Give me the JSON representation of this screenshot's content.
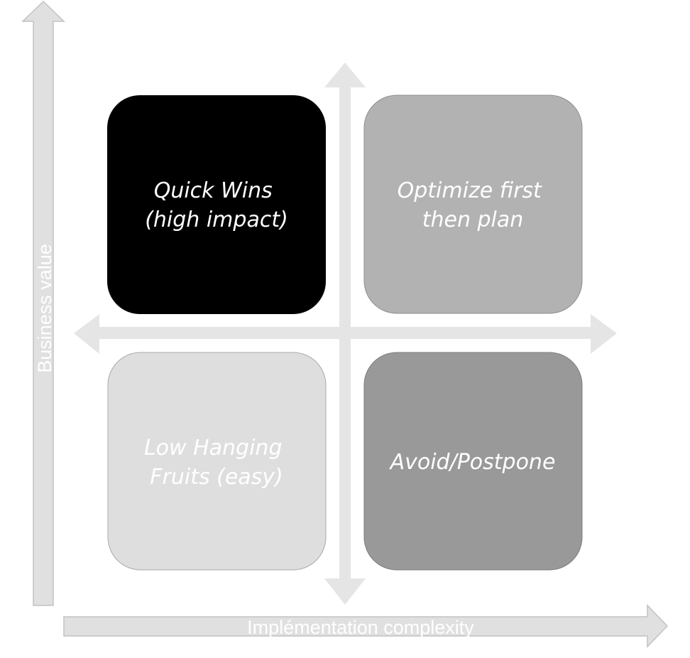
{
  "diagram": {
    "y_axis_label": "Business value",
    "x_axis_label": "Implémentation complexity",
    "quadrants": {
      "top_left": {
        "line1": "Quick Wins",
        "line2": "(high impact)",
        "fill_color": "#000000",
        "text_color": "#ffffff"
      },
      "top_right": {
        "line1": "Optimize first",
        "line2": "then plan",
        "fill_color": "#b2b2b2",
        "text_color": "#ffffff"
      },
      "bottom_left": {
        "line1": "Low Hanging",
        "line2": "Fruits (easy)",
        "fill_color": "#dedede",
        "text_color": "#ffffff"
      },
      "bottom_right": {
        "line1": "Avoid/Postpone",
        "fill_color": "#999999",
        "text_color": "#ffffff"
      }
    },
    "colors": {
      "axis_arrow_fill": "#e0e0e0",
      "axis_arrow_stroke": "#c2c2c2",
      "cross_arrow_fill": "#e5e5e5"
    }
  }
}
